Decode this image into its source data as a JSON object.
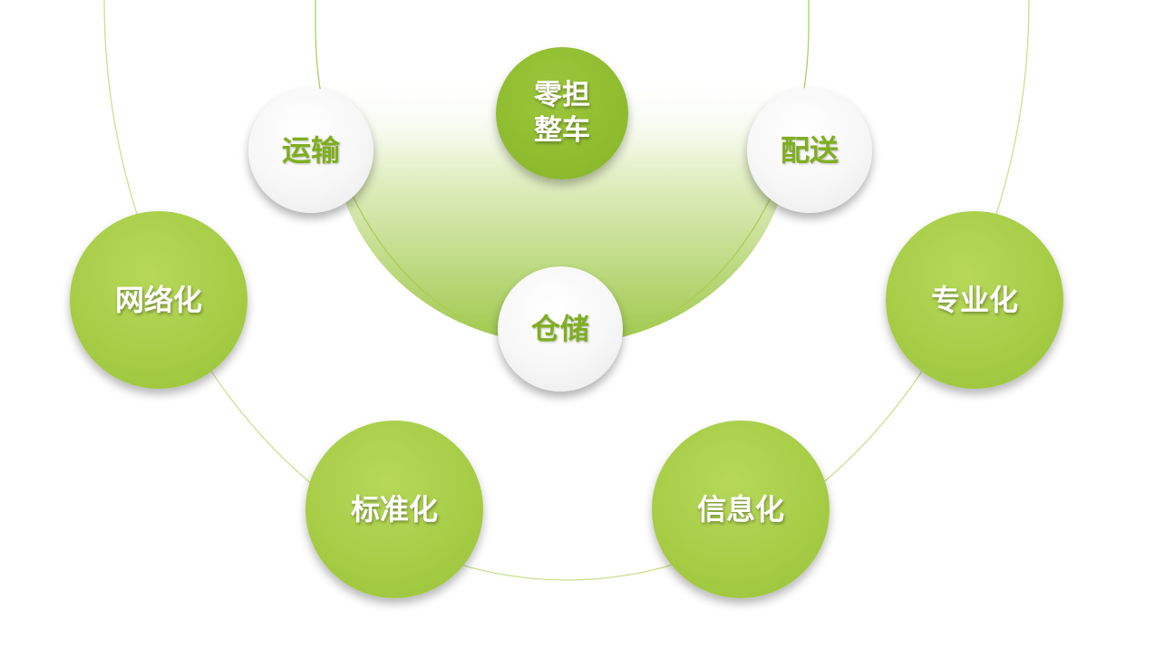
{
  "colors": {
    "accent_green": "#a8cf45",
    "dark_green": "#8dbb2d",
    "text_green": "#7fae20",
    "line_green": "#a9cc55"
  },
  "inner": {
    "top": "零担\n整车",
    "left": "运输",
    "right": "配送",
    "bottom": "仓储"
  },
  "outer": {
    "left": "网络化",
    "bottom_left": "标准化",
    "bottom_right": "信息化",
    "right": "专业化"
  }
}
